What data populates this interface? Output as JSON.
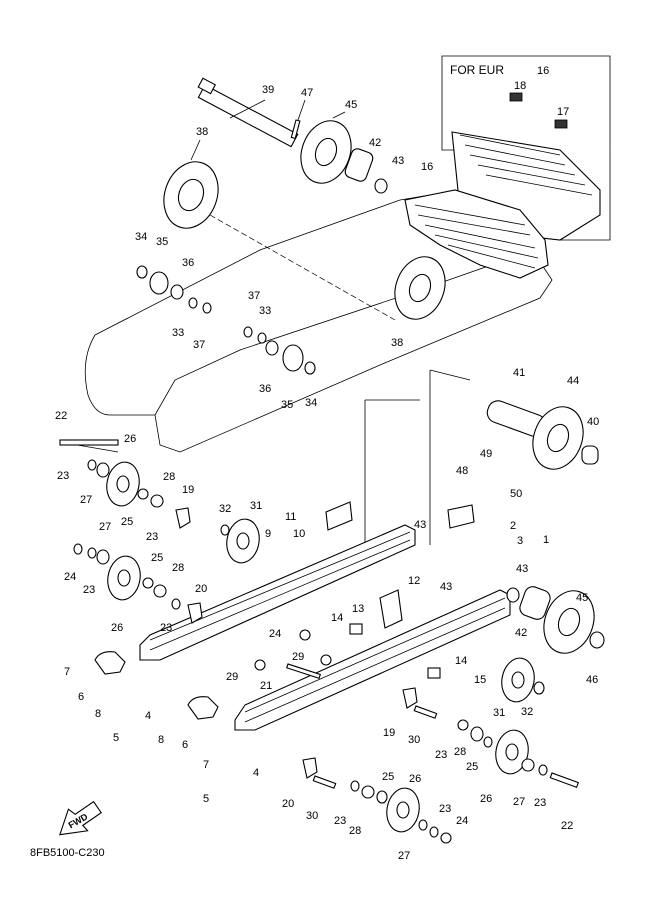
{
  "diagram": {
    "inset_title": "FOR EUR",
    "drawing_code": "8FB5100-C230",
    "fwd_label": "FWD",
    "callouts": {
      "c16a": "16",
      "c18": "18",
      "c17": "17",
      "c16b": "16",
      "c39": "39",
      "c47": "47",
      "c45a": "45",
      "c38a": "38",
      "c42a": "42",
      "c43a": "43",
      "c34a": "34",
      "c35a": "35",
      "c36a": "36",
      "c33a": "33",
      "c37a": "37",
      "c37b": "37",
      "c33b": "33",
      "c38b": "38",
      "c36b": "36",
      "c35b": "35",
      "c34b": "34",
      "c41": "41",
      "c44": "44",
      "c40": "40",
      "c22a": "22",
      "c26a": "26",
      "c23a": "23",
      "c27a": "27",
      "c25a": "25",
      "c28a": "28",
      "c19a": "19",
      "c23b": "23",
      "c32a": "32",
      "c31a": "31",
      "c11": "11",
      "c9": "9",
      "c10": "10",
      "c48": "48",
      "c49": "49",
      "c50": "50",
      "c2": "2",
      "c3": "3",
      "c1": "1",
      "c27b": "27",
      "c24a": "24",
      "c23c": "23",
      "c25b": "25",
      "c28b": "28",
      "c26b": "26",
      "c23d": "23",
      "c43b": "43",
      "c12": "12",
      "c43c": "43",
      "c43d": "43",
      "c20a": "20",
      "c7a": "7",
      "c6a": "6",
      "c8a": "8",
      "c5a": "5",
      "c4a": "4",
      "c24b": "24",
      "c14a": "14",
      "c13": "13",
      "c29a": "29",
      "c29b": "29",
      "c21": "21",
      "c45b": "45",
      "c42b": "42",
      "c46": "46",
      "c14b": "14",
      "c15": "15",
      "c8b": "8",
      "c6b": "6",
      "c7b": "7",
      "c5b": "5",
      "c4b": "4",
      "c19b": "19",
      "c30a": "30",
      "c23e": "23",
      "c28c": "28",
      "c25c": "25",
      "c31b": "31",
      "c32b": "32",
      "c26c": "26",
      "c27c": "27",
      "c23f": "23",
      "c22b": "22",
      "c20b": "20",
      "c30b": "30",
      "c23g": "23",
      "c28d": "28",
      "c25d": "25",
      "c26d": "26",
      "c23h": "23",
      "c24c": "24",
      "c27d": "27"
    }
  }
}
